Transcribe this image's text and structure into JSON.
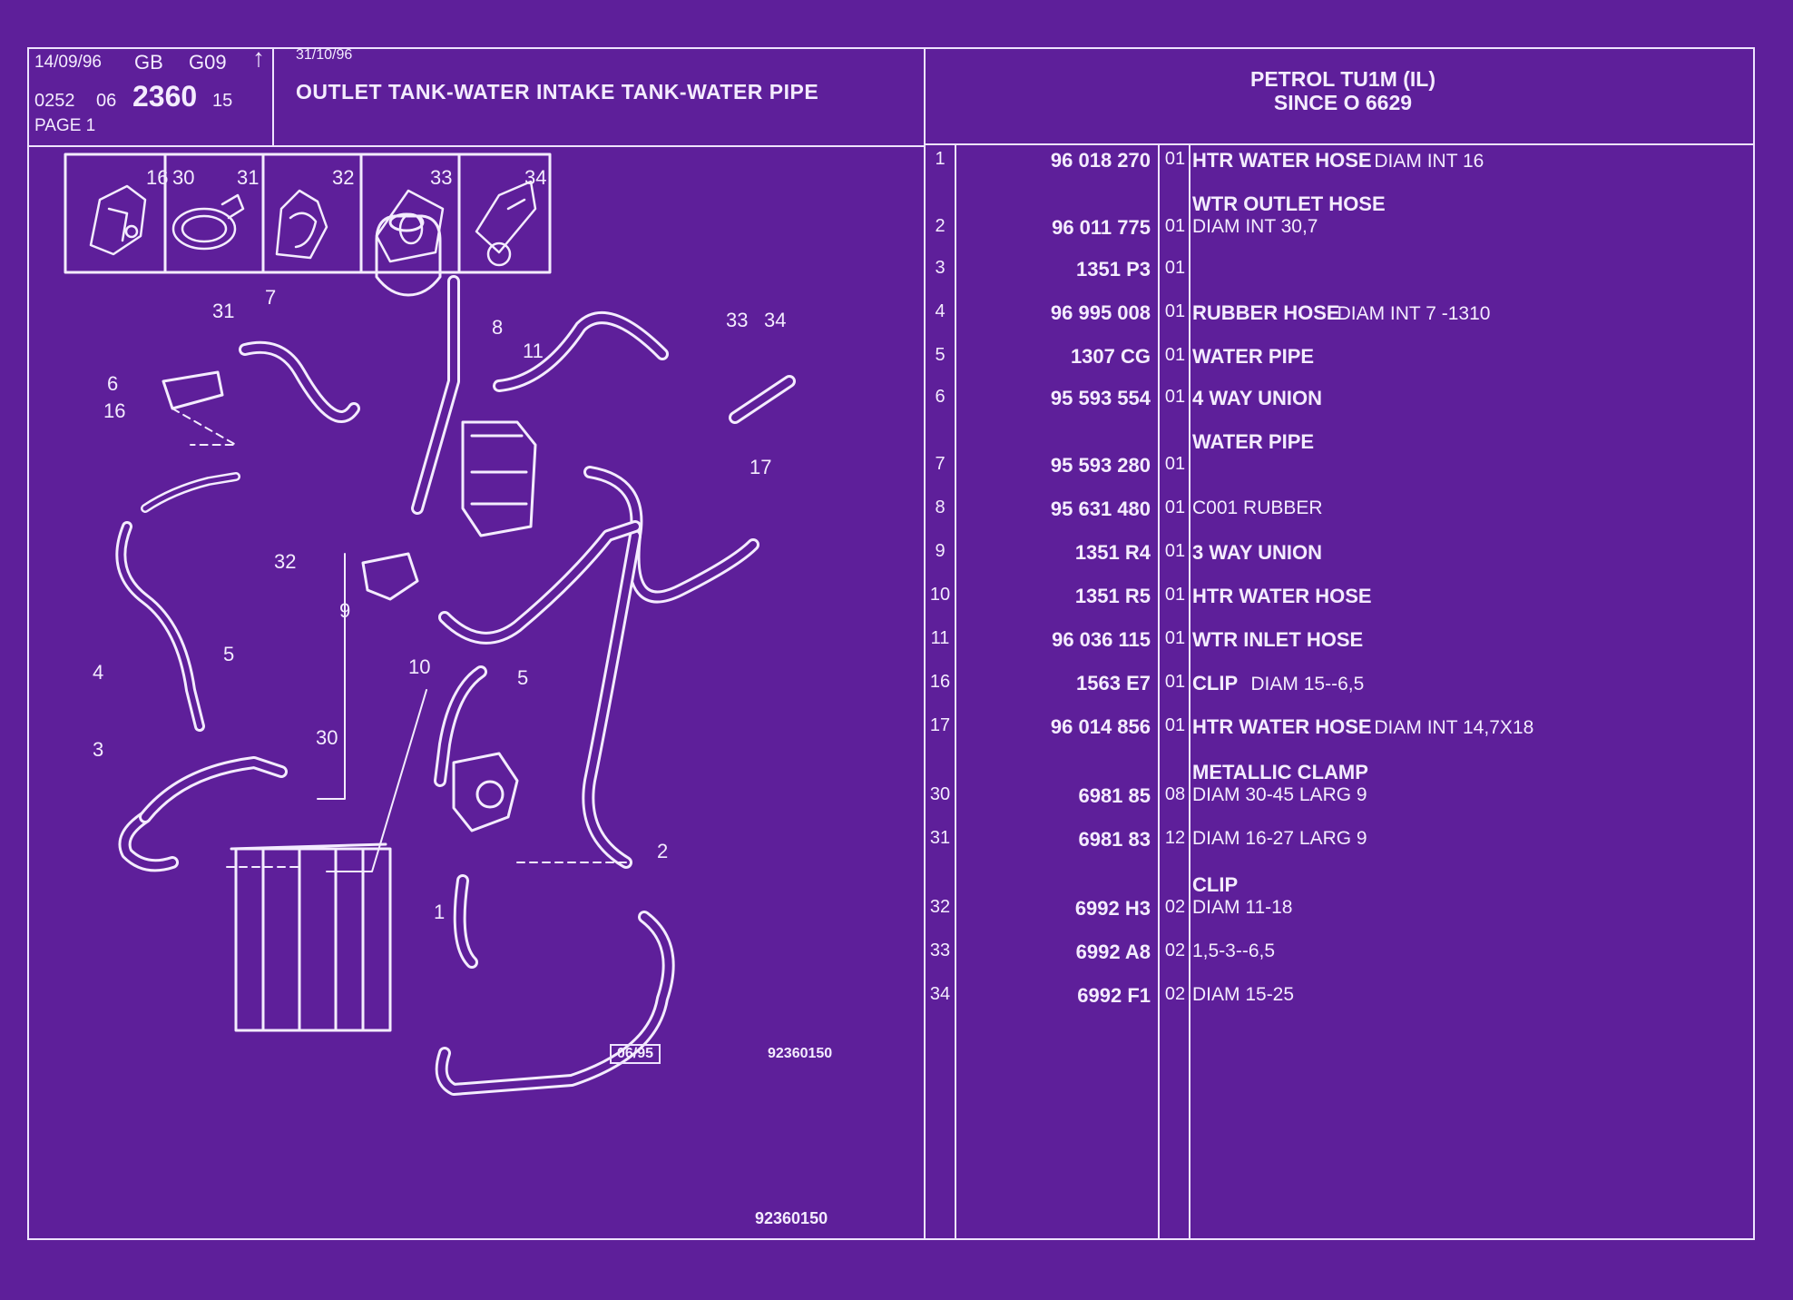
{
  "header": {
    "date1": "14/09/96",
    "lang": "GB",
    "group": "G09",
    "arrow": "↑",
    "code_a": "0252",
    "code_b": "06",
    "code_main": "2360",
    "code_c": "15",
    "page": "PAGE  1",
    "date2": "31/10/96",
    "title": "OUTLET TANK-WATER INTAKE TANK-WATER PIPE",
    "engine_line1": "PETROL TU1M (IL)",
    "engine_line2": "SINCE  O   6629"
  },
  "icon_boxes": [
    {
      "labels": [
        "16"
      ]
    },
    {
      "labels": [
        "30",
        "31"
      ]
    },
    {
      "labels": [
        "32"
      ]
    },
    {
      "labels": [
        "33"
      ]
    },
    {
      "labels": [
        "34"
      ]
    }
  ],
  "parts": [
    {
      "idx": "1",
      "ref": "96 018 270",
      "qty": "01",
      "name": "HTR WATER HOSE",
      "desc": "DIAM INT 16",
      "top": ""
    },
    {
      "idx": "2",
      "ref": "96 011 775",
      "qty": "01",
      "name": "",
      "desc": "DIAM INT 30,7",
      "top": "WTR OUTLET HOSE"
    },
    {
      "idx": "3",
      "ref": "1351 P3",
      "qty": "01",
      "name": "",
      "desc": "",
      "top": ""
    },
    {
      "idx": "4",
      "ref": "96 995 008",
      "qty": "01",
      "name": "RUBBER HOSE",
      "desc": "DIAM INT 7 -1310",
      "top": ""
    },
    {
      "idx": "5",
      "ref": "1307 CG",
      "qty": "01",
      "name": "WATER PIPE",
      "desc": "",
      "top": ""
    },
    {
      "idx": "6",
      "ref": "95 593 554",
      "qty": "01",
      "name": "4 WAY UNION",
      "desc": "",
      "top": ""
    },
    {
      "idx": "7",
      "ref": "95 593 280",
      "qty": "01",
      "name": "",
      "desc": "",
      "top": "WATER PIPE"
    },
    {
      "idx": "8",
      "ref": "95 631 480",
      "qty": "01",
      "name": "",
      "desc": "C001 RUBBER",
      "top": ""
    },
    {
      "idx": "9",
      "ref": "1351 R4",
      "qty": "01",
      "name": "3 WAY UNION",
      "desc": "",
      "top": ""
    },
    {
      "idx": "10",
      "ref": "1351 R5",
      "qty": "01",
      "name": "HTR WATER HOSE",
      "desc": "",
      "top": ""
    },
    {
      "idx": "11",
      "ref": "96 036 115",
      "qty": "01",
      "name": "WTR INLET HOSE",
      "desc": "",
      "top": ""
    },
    {
      "idx": "16",
      "ref": "1563 E7",
      "qty": "01",
      "name": "CLIP",
      "desc": "DIAM 15--6,5",
      "top": ""
    },
    {
      "idx": "17",
      "ref": "96 014 856",
      "qty": "01",
      "name": "HTR WATER HOSE",
      "desc": "DIAM INT 14,7X18",
      "top": ""
    },
    {
      "idx": "30",
      "ref": "6981 85",
      "qty": "08",
      "name": "",
      "desc": "DIAM 30-45 LARG 9",
      "top": "METALLIC CLAMP"
    },
    {
      "idx": "31",
      "ref": "6981 83",
      "qty": "12",
      "name": "",
      "desc": "DIAM 16-27 LARG 9",
      "top": ""
    },
    {
      "idx": "32",
      "ref": "6992 H3",
      "qty": "02",
      "name": "",
      "desc": "DIAM 11-18",
      "top": "CLIP"
    },
    {
      "idx": "33",
      "ref": "6992 A8",
      "qty": "02",
      "name": "",
      "desc": "1,5-3--6,5",
      "top": ""
    },
    {
      "idx": "34",
      "ref": "6992 F1",
      "qty": "02",
      "name": "",
      "desc": "DIAM 15-25",
      "top": ""
    }
  ],
  "diagram_labels": {
    "l1": "1",
    "l2": "2",
    "l3": "3",
    "l4": "4",
    "l5a": "5",
    "l5b": "5",
    "l6": "6",
    "l7": "7",
    "l8": "8",
    "l9": "9",
    "l10": "10",
    "l11": "11",
    "l16": "16",
    "l17": "17",
    "l30": "30",
    "l31": "31",
    "l32": "32",
    "l33": "33",
    "l34": "34"
  },
  "footer": {
    "date_code": "06/95",
    "ref_inner": "92360150",
    "ref_bottom": "92360150"
  }
}
